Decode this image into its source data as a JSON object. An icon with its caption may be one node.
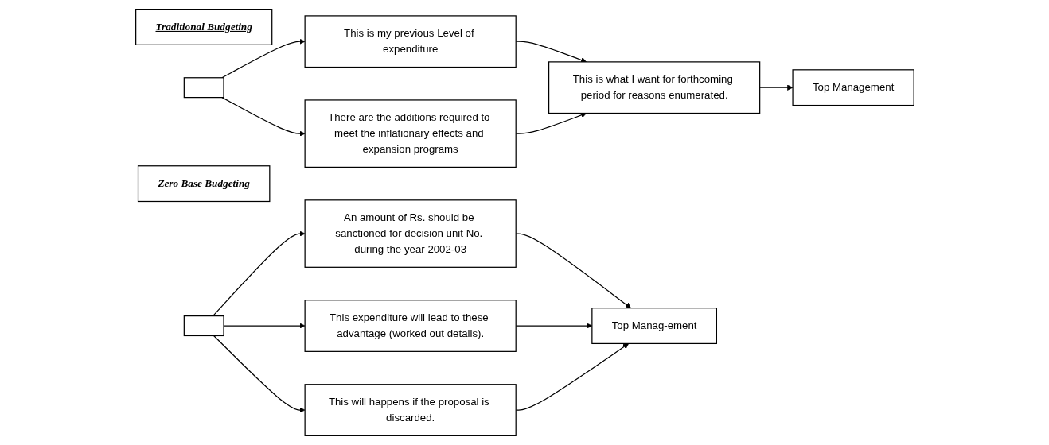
{
  "diagram": {
    "nodes": [
      {
        "text": [
          "Traditional Budgeting"
        ]
      },
      {
        "text": [],
        "shape": "box"
      },
      {
        "text": [
          "This is my previous Level of expenditure"
        ]
      },
      {
        "text": [
          "There are the additions required to meet the inflationary effects and expansion programs"
        ]
      },
      {
        "text": [
          "This is what I want for forthcoming period for reasons enumerated."
        ]
      },
      {
        "text": [
          "Top Management"
        ]
      },
      {
        "text": [
          "Zero Base Budgeting"
        ]
      },
      {
        "text": [],
        "shape": "box"
      },
      {
        "text": [
          "An amount of Rs. should be sanctioned for decision unit No. during the year 2002-03"
        ]
      },
      {
        "text": [
          "This expenditure will lead to these advantage (worked out details)."
        ]
      },
      {
        "text": [
          "This will happens if the proposal is discarded."
        ]
      },
      {
        "text": [
          "Top Manag-ement"
        ]
      }
    ],
    "edges": [
      {
        "from": 1,
        "to": 2,
        "arrow": "to"
      },
      {
        "from": 1,
        "to": 3,
        "arrow": "to"
      },
      {
        "from": 2,
        "to": 4,
        "arrow": "to"
      },
      {
        "from": 3,
        "to": 4,
        "arrow": "to"
      },
      {
        "from": 4,
        "to": 5,
        "arrow": "to"
      },
      {
        "from": 7,
        "to": 8,
        "arrow": "to"
      },
      {
        "from": 7,
        "to": 9,
        "arrow": "to"
      },
      {
        "from": 7,
        "to": 10,
        "arrow": "to"
      },
      {
        "from": 8,
        "to": 11,
        "arrow": "to"
      },
      {
        "from": 9,
        "to": 11,
        "arrow": "to"
      },
      {
        "from": 10,
        "to": 11,
        "arrow": "to"
      }
    ]
  }
}
